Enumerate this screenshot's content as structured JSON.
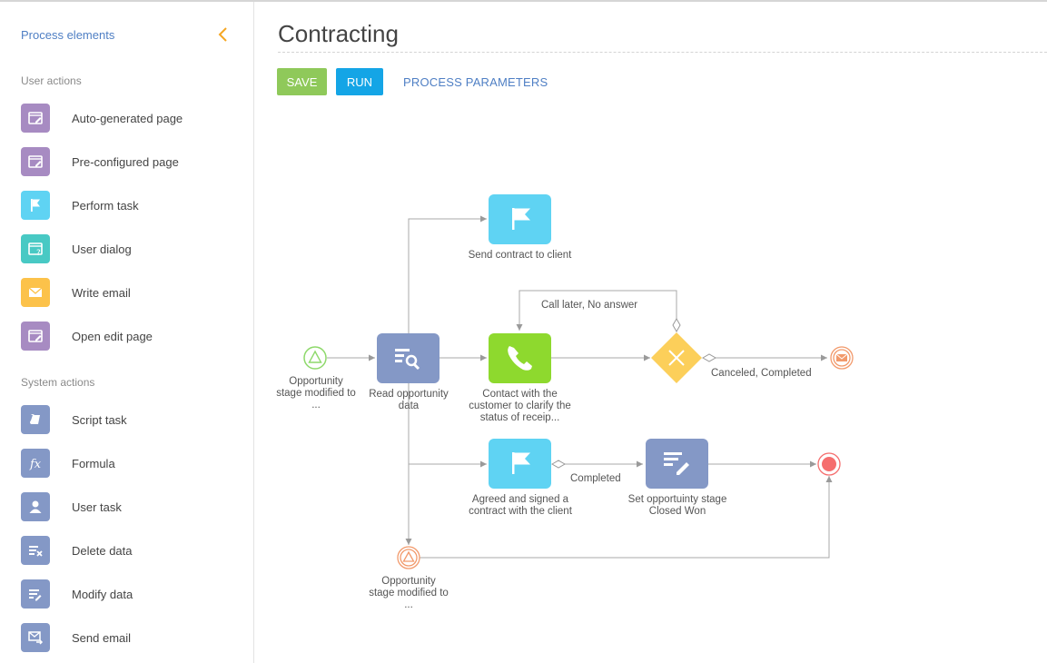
{
  "sidebar": {
    "header": "Process elements",
    "groups": [
      "User actions",
      "System actions"
    ],
    "user_actions": [
      {
        "label": "Auto-generated page",
        "icon": "page-edit-icon",
        "color": "#a78bc2"
      },
      {
        "label": "Pre-configured page",
        "icon": "page-edit-icon",
        "color": "#a78bc2"
      },
      {
        "label": "Perform task",
        "icon": "flag-icon",
        "color": "#5fd3f3"
      },
      {
        "label": "User dialog",
        "icon": "dialog-question-icon",
        "color": "#48c9c4"
      },
      {
        "label": "Write email",
        "icon": "envelope-icon",
        "color": "#fcc24a"
      },
      {
        "label": "Open edit page",
        "icon": "page-edit-icon",
        "color": "#a78bc2"
      }
    ],
    "system_actions": [
      {
        "label": "Script task",
        "icon": "script-icon",
        "color": "#8498c6"
      },
      {
        "label": "Formula",
        "icon": "formula-icon",
        "color": "#8498c6"
      },
      {
        "label": "User task",
        "icon": "user-icon",
        "color": "#8498c6"
      },
      {
        "label": "Delete data",
        "icon": "delete-data-icon",
        "color": "#8498c6"
      },
      {
        "label": "Modify data",
        "icon": "modify-data-icon",
        "color": "#8498c6"
      },
      {
        "label": "Send email",
        "icon": "send-email-icon",
        "color": "#8498c6"
      }
    ]
  },
  "main": {
    "title": "Contracting",
    "save_label": "SAVE",
    "run_label": "RUN",
    "params_label": "PROCESS PARAMETERS"
  },
  "diagram": {
    "nodes": {
      "start": "Opportunity stage modified to ...",
      "read": "Read opportunity data",
      "send_contract": "Send contract to client",
      "contact": "Contact with the customer to clarify the status of receip...",
      "agreed": "Agreed and signed a contract with the client",
      "set_stage": "Set opportuinty stage Closed Won",
      "start2": "Opportunity stage modified to ..."
    },
    "flows": {
      "call_later": "Call later, No answer",
      "canceled": "Canceled, Completed",
      "completed": "Completed"
    }
  },
  "colors": {
    "link": "#4f7fc4",
    "save": "#8fc95a",
    "run": "#14a5e6",
    "task_cyan": "#5fd3f3",
    "task_green": "#8ed92e",
    "task_blue": "#8498c6",
    "gateway": "#fccf5a",
    "event_orange": "#f29a6c",
    "event_end": "#f56e6e"
  }
}
